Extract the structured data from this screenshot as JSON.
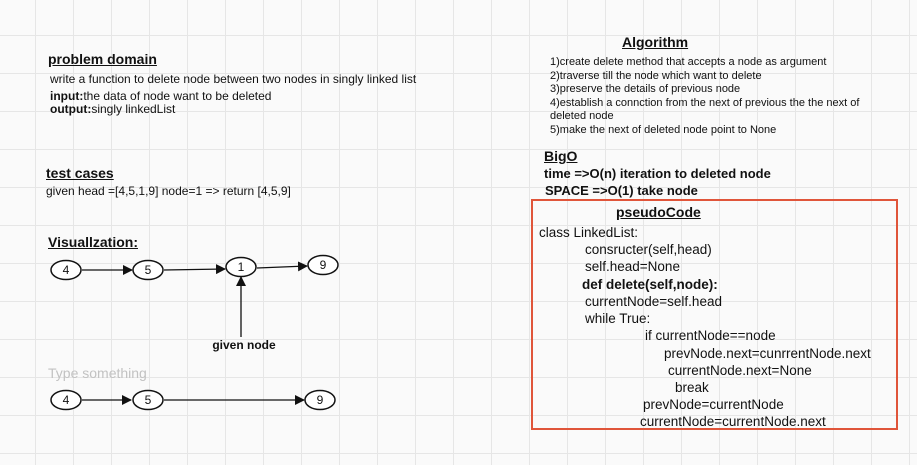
{
  "problem": {
    "heading": "problem domain",
    "description": "write a function to delete node between two nodes in singly linked list",
    "input_label": "input:",
    "input_text": "the data of node want to be deleted",
    "output_label": "output:",
    "output_text": "singly linkedList"
  },
  "tests": {
    "heading": "test cases",
    "case": "given head =[4,5,1,9]  node=1 => return [4,5,9]"
  },
  "visualization": {
    "heading": "Visuallzation:",
    "list1": [
      "4",
      "5",
      "1",
      "9"
    ],
    "pointer_label": "given node",
    "list2": [
      "4",
      "5",
      "9"
    ]
  },
  "placeholder": "Type something",
  "algorithm": {
    "heading": "Algorithm",
    "steps": [
      "1)create delete  method that accepts a node as argument",
      "2)traverse till the node which want to delete",
      "3)preserve the details of  previous node",
      "4)establish a connction from the next of previous  the the next of",
      "deleted node",
      "5)make the next of deleted node point to None"
    ]
  },
  "bigo": {
    "heading": "BigO",
    "time": "time  =>O(n) iteration to deleted node",
    "space": "SPACE =>O(1) take node"
  },
  "pseudocode": {
    "heading": "pseudoCode",
    "lines": [
      "class LinkedList:",
      "consructer(self,head)",
      "self.head=None",
      "def delete(self,node):",
      "currentNode=self.head",
      "while True:",
      "if currentNode==node",
      "prevNode.next=cunrrentNode.next",
      "currentNode.next=None",
      "break",
      "prevNode=currentNode",
      "currentNode=currentNode.next"
    ]
  },
  "colors": {
    "box_border": "#e0553a"
  }
}
